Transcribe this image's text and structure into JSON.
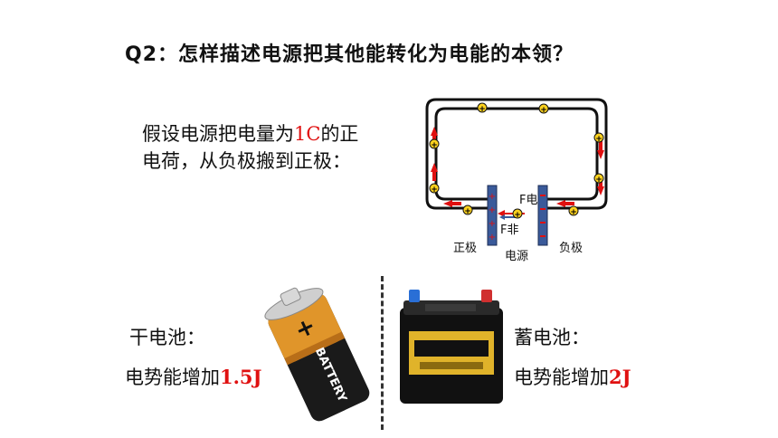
{
  "slide": {
    "title": "Q2：怎样描述电源把其他能转化为电能的本领？",
    "para_prefix": "假设电源把电量为",
    "para_value": "1C",
    "para_suffix": "的正电荷，从负极搬到正极：",
    "left": {
      "label": "干电池：",
      "text": "电势能增加",
      "value": "1.5J"
    },
    "right": {
      "label": "蓄电池：",
      "text": "电势能增加",
      "value": "2J"
    }
  },
  "diagram": {
    "positive_label": "正极",
    "source_label": "电源",
    "negative_label": "负极",
    "f_elec": "F电",
    "f_non": "F非",
    "charge_symbol": "+"
  },
  "battery": {
    "text": "BATTERY",
    "symbol": "+"
  },
  "colors": {
    "accent_red": "#e01010",
    "charge_yellow": "#ffd21e",
    "electrode_blue": "#3a5a9a"
  }
}
